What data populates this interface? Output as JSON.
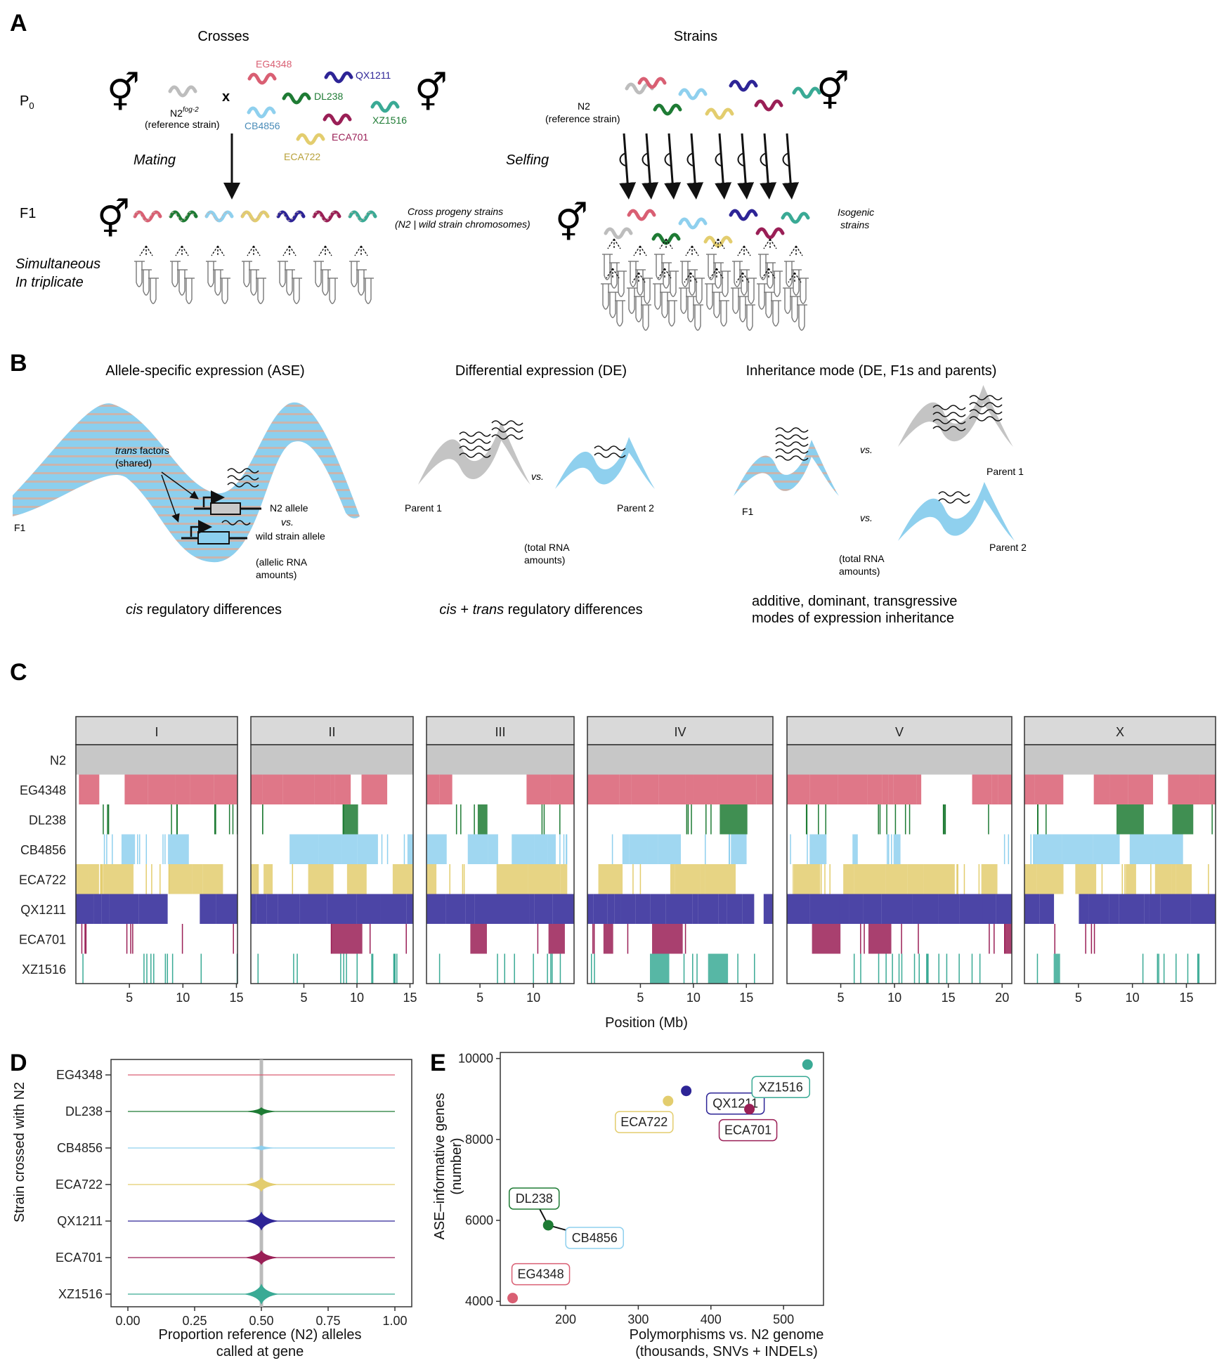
{
  "colors": {
    "N2": "#bdbdbd",
    "EG4348": "#d95f73",
    "DL238": "#1e7b34",
    "CB4856": "#8fd0ee",
    "ECA722": "#e3cd6e",
    "QX1211": "#2d2496",
    "ECA701": "#9a1f56",
    "XZ1516": "#3aaa95",
    "body_blue": "#8ccfee",
    "stripe": "#c9b5ae",
    "gray_worm": "#c4c4c4"
  },
  "panel_labels": [
    "A",
    "B",
    "C",
    "D",
    "E"
  ],
  "panelA": {
    "crosses_title": "Crosses",
    "strains_title": "Strains",
    "p0_label": "P",
    "p0_sub": "0",
    "f1_label": "F1",
    "n2_label": "N2",
    "n2_sup": "fog-2",
    "ref_strain": "(reference strain)",
    "x_symbol": "x",
    "mating": "Mating",
    "selfing": "Selfing",
    "simultaneous_1": "Simultaneous",
    "simultaneous_2": "In triplicate",
    "cross_progeny_1": "Cross progeny strains",
    "cross_progeny_2": "(N2 | wild strain chromosomes)",
    "isogenic_1": "Isogenic",
    "isogenic_2": "strains",
    "strains_n2": "N2",
    "strains_ref": "(reference strain)",
    "symbol": "⚥",
    "wild_labels": {
      "EG4348": "EG4348",
      "QX1211": "QX1211",
      "DL238": "DL238",
      "CB4856": "CB4856",
      "XZ1516": "XZ1516",
      "ECA701": "ECA701",
      "ECA722": "ECA722"
    }
  },
  "panelB": {
    "ase_title": "Allele-specific expression (ASE)",
    "de_title": "Differential expression (DE)",
    "inh_title": "Inheritance mode (DE, F1s and parents)",
    "trans_1": "trans",
    "trans_2": " factors",
    "shared": "(shared)",
    "n2_allele": "N2 allele",
    "vs": "vs.",
    "wild_allele": "wild strain allele",
    "allelic_1": "(allelic RNA",
    "allelic_2": "amounts)",
    "f1": "F1",
    "parent1": "Parent 1",
    "parent2": "Parent 2",
    "total_1": "(total RNA",
    "total_2": "amounts)",
    "cis_caption_it": "cis",
    "cis_caption_rest": " regulatory differences",
    "cistrans_cis": "cis",
    "cistrans_plus": " + ",
    "cistrans_trans": "trans",
    "cistrans_rest": " regulatory differences",
    "modes_1": "additive, dominant, transgressive",
    "modes_2": "modes of expression inheritance"
  },
  "panelC": {
    "chromosomes": [
      {
        "name": "I",
        "ticks": [
          "5",
          "10",
          "15"
        ]
      },
      {
        "name": "II",
        "ticks": [
          "5",
          "10",
          "15"
        ]
      },
      {
        "name": "III",
        "ticks": [
          "5",
          "10"
        ]
      },
      {
        "name": "IV",
        "ticks": [
          "5",
          "10",
          "15"
        ]
      },
      {
        "name": "V",
        "ticks": [
          "5",
          "10",
          "15",
          "20"
        ]
      },
      {
        "name": "X",
        "ticks": [
          "5",
          "10",
          "15"
        ]
      }
    ],
    "strains": [
      "N2",
      "EG4348",
      "DL238",
      "CB4856",
      "ECA722",
      "QX1211",
      "ECA701",
      "XZ1516"
    ],
    "xlabel": "Position (Mb)"
  },
  "chart_data": [
    {
      "type": "violin",
      "categories": [
        "EG4348",
        "DL238",
        "CB4856",
        "ECA722",
        "QX1211",
        "ECA701",
        "XZ1516"
      ],
      "xlabel_1": "Proportion reference (N2) alleles",
      "xlabel_2": "called at gene",
      "ylabel": "Strain crossed with N2",
      "xlim": [
        0,
        1
      ],
      "xticks": [
        "0.00",
        "0.25",
        "0.50",
        "0.75",
        "1.00"
      ],
      "center": 0.5,
      "relative_peak_width": [
        0.02,
        0.2,
        0.12,
        0.35,
        0.45,
        0.35,
        0.5
      ]
    },
    {
      "type": "scatter",
      "points": [
        {
          "label": "EG4348",
          "x": 127,
          "y": 4080
        },
        {
          "label": "DL238",
          "x": 176,
          "y": 5880
        },
        {
          "label": "CB4856",
          "x": 176,
          "y": 5880
        },
        {
          "label": "ECA722",
          "x": 341,
          "y": 8950
        },
        {
          "label": "QX1211",
          "x": 366,
          "y": 9200
        },
        {
          "label": "ECA701",
          "x": 453,
          "y": 8750
        },
        {
          "label": "XZ1516",
          "x": 533,
          "y": 9850
        }
      ],
      "xlabel_1": "Polymorphisms vs. N2 genome",
      "xlabel_2": "(thousands, SNVs + INDELs)",
      "ylabel_1": "ASE–informative genes",
      "ylabel_2": "(number)",
      "xlim": [
        110,
        555
      ],
      "ylim": [
        3900,
        10150
      ],
      "xticks": [
        "200",
        "300",
        "400",
        "500"
      ],
      "yticks": [
        "4000",
        "6000",
        "8000",
        "10000"
      ],
      "grid": false
    }
  ]
}
